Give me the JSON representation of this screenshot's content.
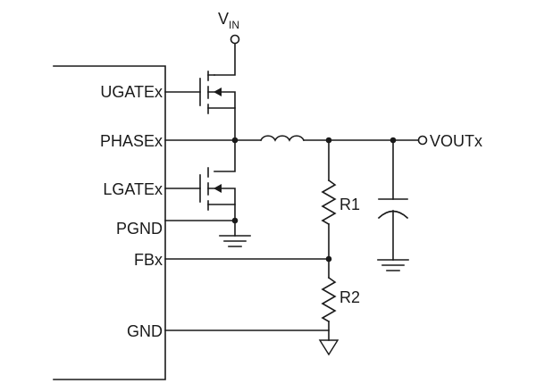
{
  "pins": {
    "ugate": "UGATEx",
    "phase": "PHASEx",
    "lgate": "LGATEx",
    "pgnd": "PGND",
    "fb": "FBx",
    "gnd": "GND"
  },
  "supply": {
    "main": "V",
    "sub": "IN"
  },
  "output": "VOUTx",
  "resistors": {
    "r1": "R1",
    "r2": "R2"
  }
}
